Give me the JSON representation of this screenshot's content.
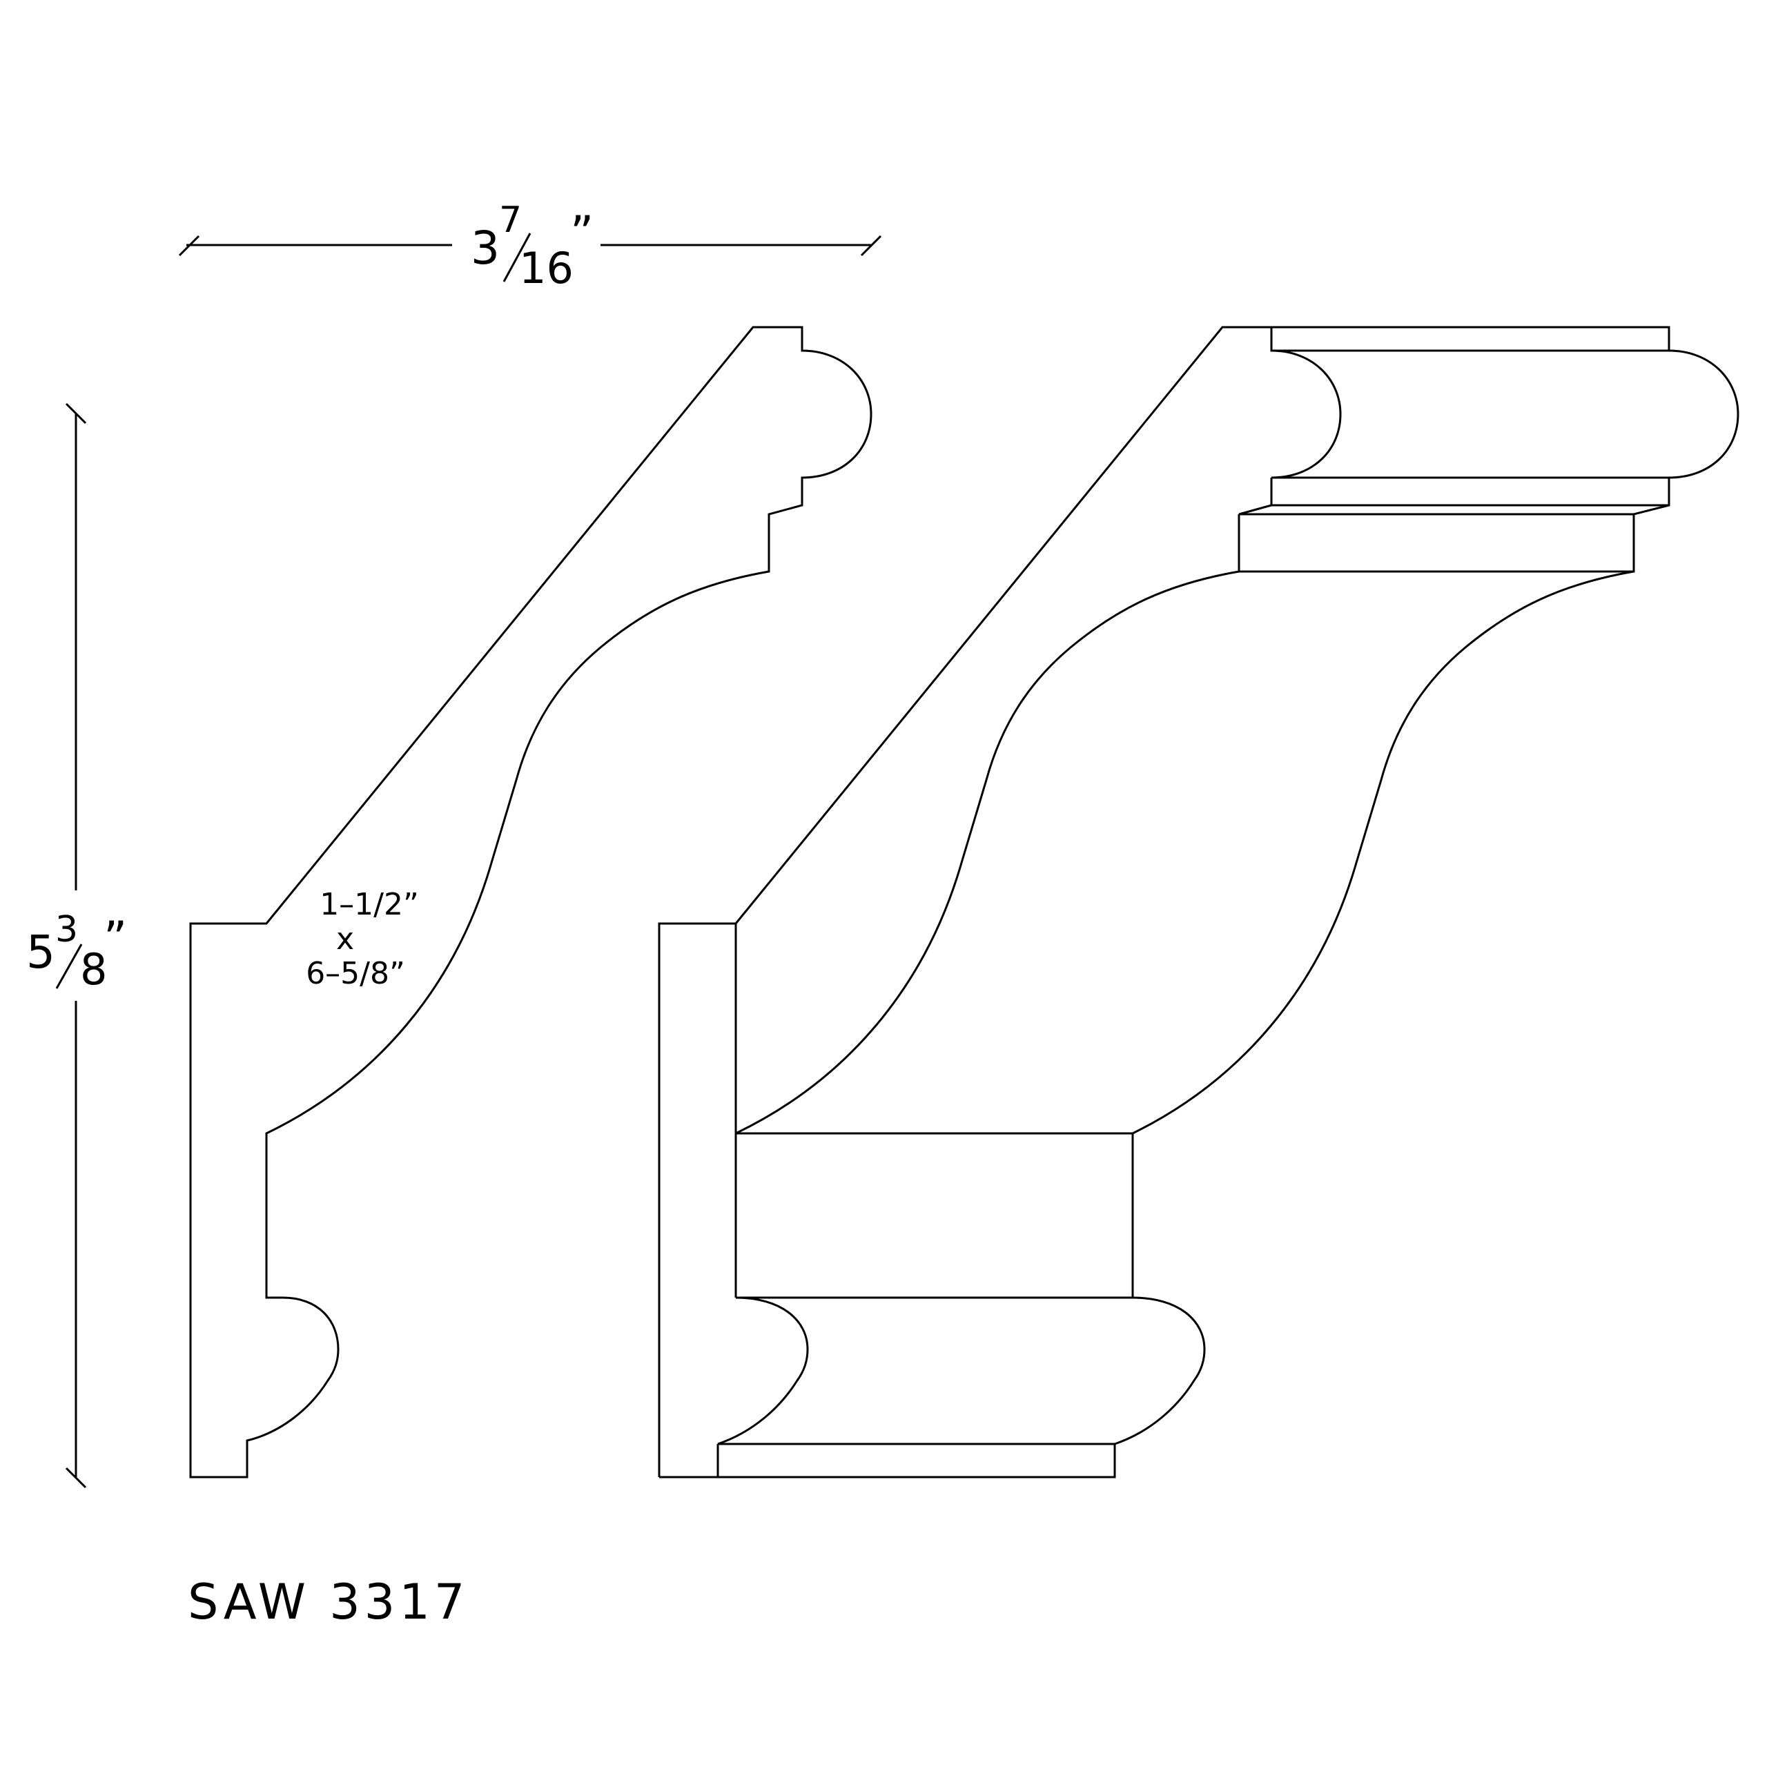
{
  "dimensions": {
    "width": {
      "whole": "3",
      "numerator": "7",
      "denominator": "16",
      "unit": "”"
    },
    "height": {
      "whole": "5",
      "numerator": "3",
      "denominator": "8",
      "unit": "”"
    }
  },
  "stock_size": {
    "line1": "1–1/2”",
    "line2": "x",
    "line3": "6–5/8”"
  },
  "caption": "SAW 3317"
}
